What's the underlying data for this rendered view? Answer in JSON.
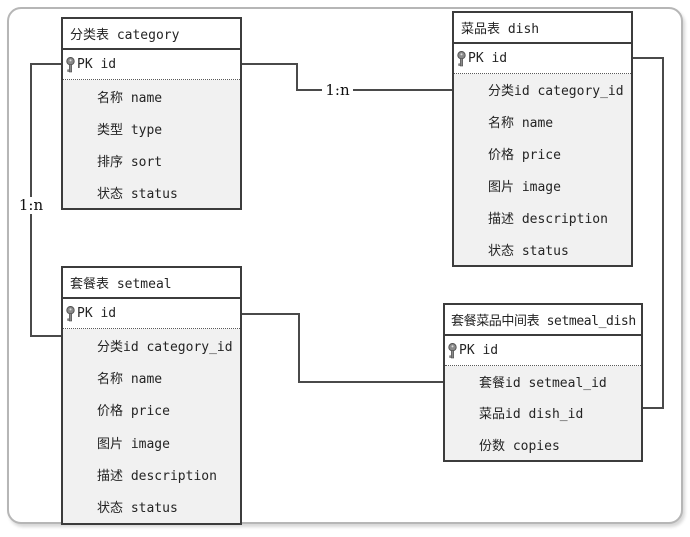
{
  "diagram": {
    "type": "er-diagram",
    "relationship_labels": {
      "category_dish": "1:n",
      "category_setmeal": "1:n"
    },
    "tables": [
      {
        "id": "category",
        "title": "分类表 category",
        "pk": "PK id",
        "fields": [
          "名称 name",
          "类型 type",
          "排序 sort",
          "状态 status"
        ]
      },
      {
        "id": "dish",
        "title": "菜品表 dish",
        "pk": "PK id",
        "fields": [
          "分类id category_id",
          "名称 name",
          "价格 price",
          "图片 image",
          "描述 description",
          "状态 status"
        ]
      },
      {
        "id": "setmeal",
        "title": "套餐表 setmeal",
        "pk": "PK id",
        "fields": [
          "分类id category_id",
          "名称 name",
          "价格 price",
          "图片 image",
          "描述 description",
          "状态 status"
        ]
      },
      {
        "id": "setmeal_dish",
        "title": "套餐菜品中间表 setmeal_dish",
        "pk": "PK id",
        "fields": [
          "套餐id setmeal_id",
          "菜品id dish_id",
          "份数 copies"
        ]
      }
    ],
    "colors": {
      "table_border": "#3c3c3c",
      "body_background": "#f1f1f1",
      "connector_line": "#4a4a4a",
      "frame_border": "#b6b6b6",
      "text": "#242424",
      "key_icon": "#8a8a8a"
    }
  }
}
